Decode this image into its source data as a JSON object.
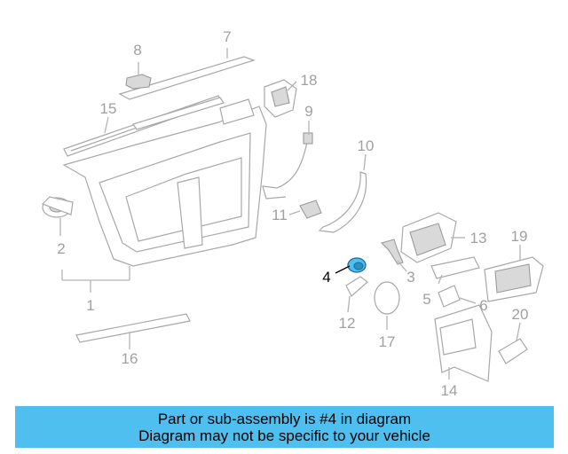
{
  "callouts": {
    "c1": "1",
    "c2": "2",
    "c3": "3",
    "c4": "4",
    "c5": "5",
    "c6": "6",
    "c7": "7",
    "c8": "8",
    "c9": "9",
    "c10": "10",
    "c11": "11",
    "c12": "12",
    "c13": "13",
    "c14": "14",
    "c15": "15",
    "c16": "16",
    "c17": "17",
    "c18": "18",
    "c19": "19",
    "c20": "20"
  },
  "highlight": {
    "part": "4",
    "color": "#4fbff0"
  },
  "banner": {
    "line1": "Part or sub-assembly is #4 in diagram",
    "line2": "Diagram may not be specific to your vehicle",
    "color": "#4fbff0"
  }
}
